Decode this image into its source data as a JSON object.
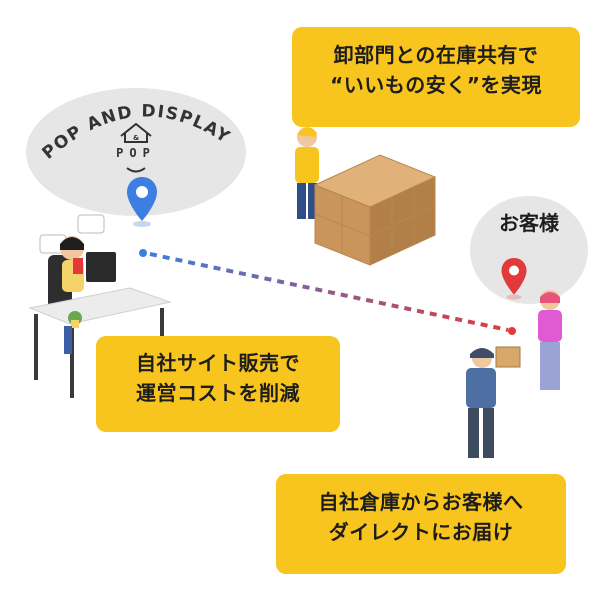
{
  "logo": {
    "text": "POP AND DISPLAY",
    "glyph": "POP"
  },
  "callouts": {
    "wholesale": {
      "line1": "卸部門との在庫共有で",
      "line2": "“いいもの安く”を実現"
    },
    "customer": {
      "label": "お客様"
    },
    "own_site": {
      "line1": "自社サイト販売で",
      "line2": "運営コストを削減"
    },
    "direct": {
      "line1": "自社倉庫からお客様へ",
      "line2": "ダイレクトにお届け"
    }
  },
  "colors": {
    "callout_yellow": "#f8c41e",
    "ellipse_gray": "#e6e6e6",
    "route_start": "#3d7fe0",
    "route_end": "#e23a3a",
    "pin_blue": "#3d7fe0",
    "pin_red": "#e23a3a"
  }
}
